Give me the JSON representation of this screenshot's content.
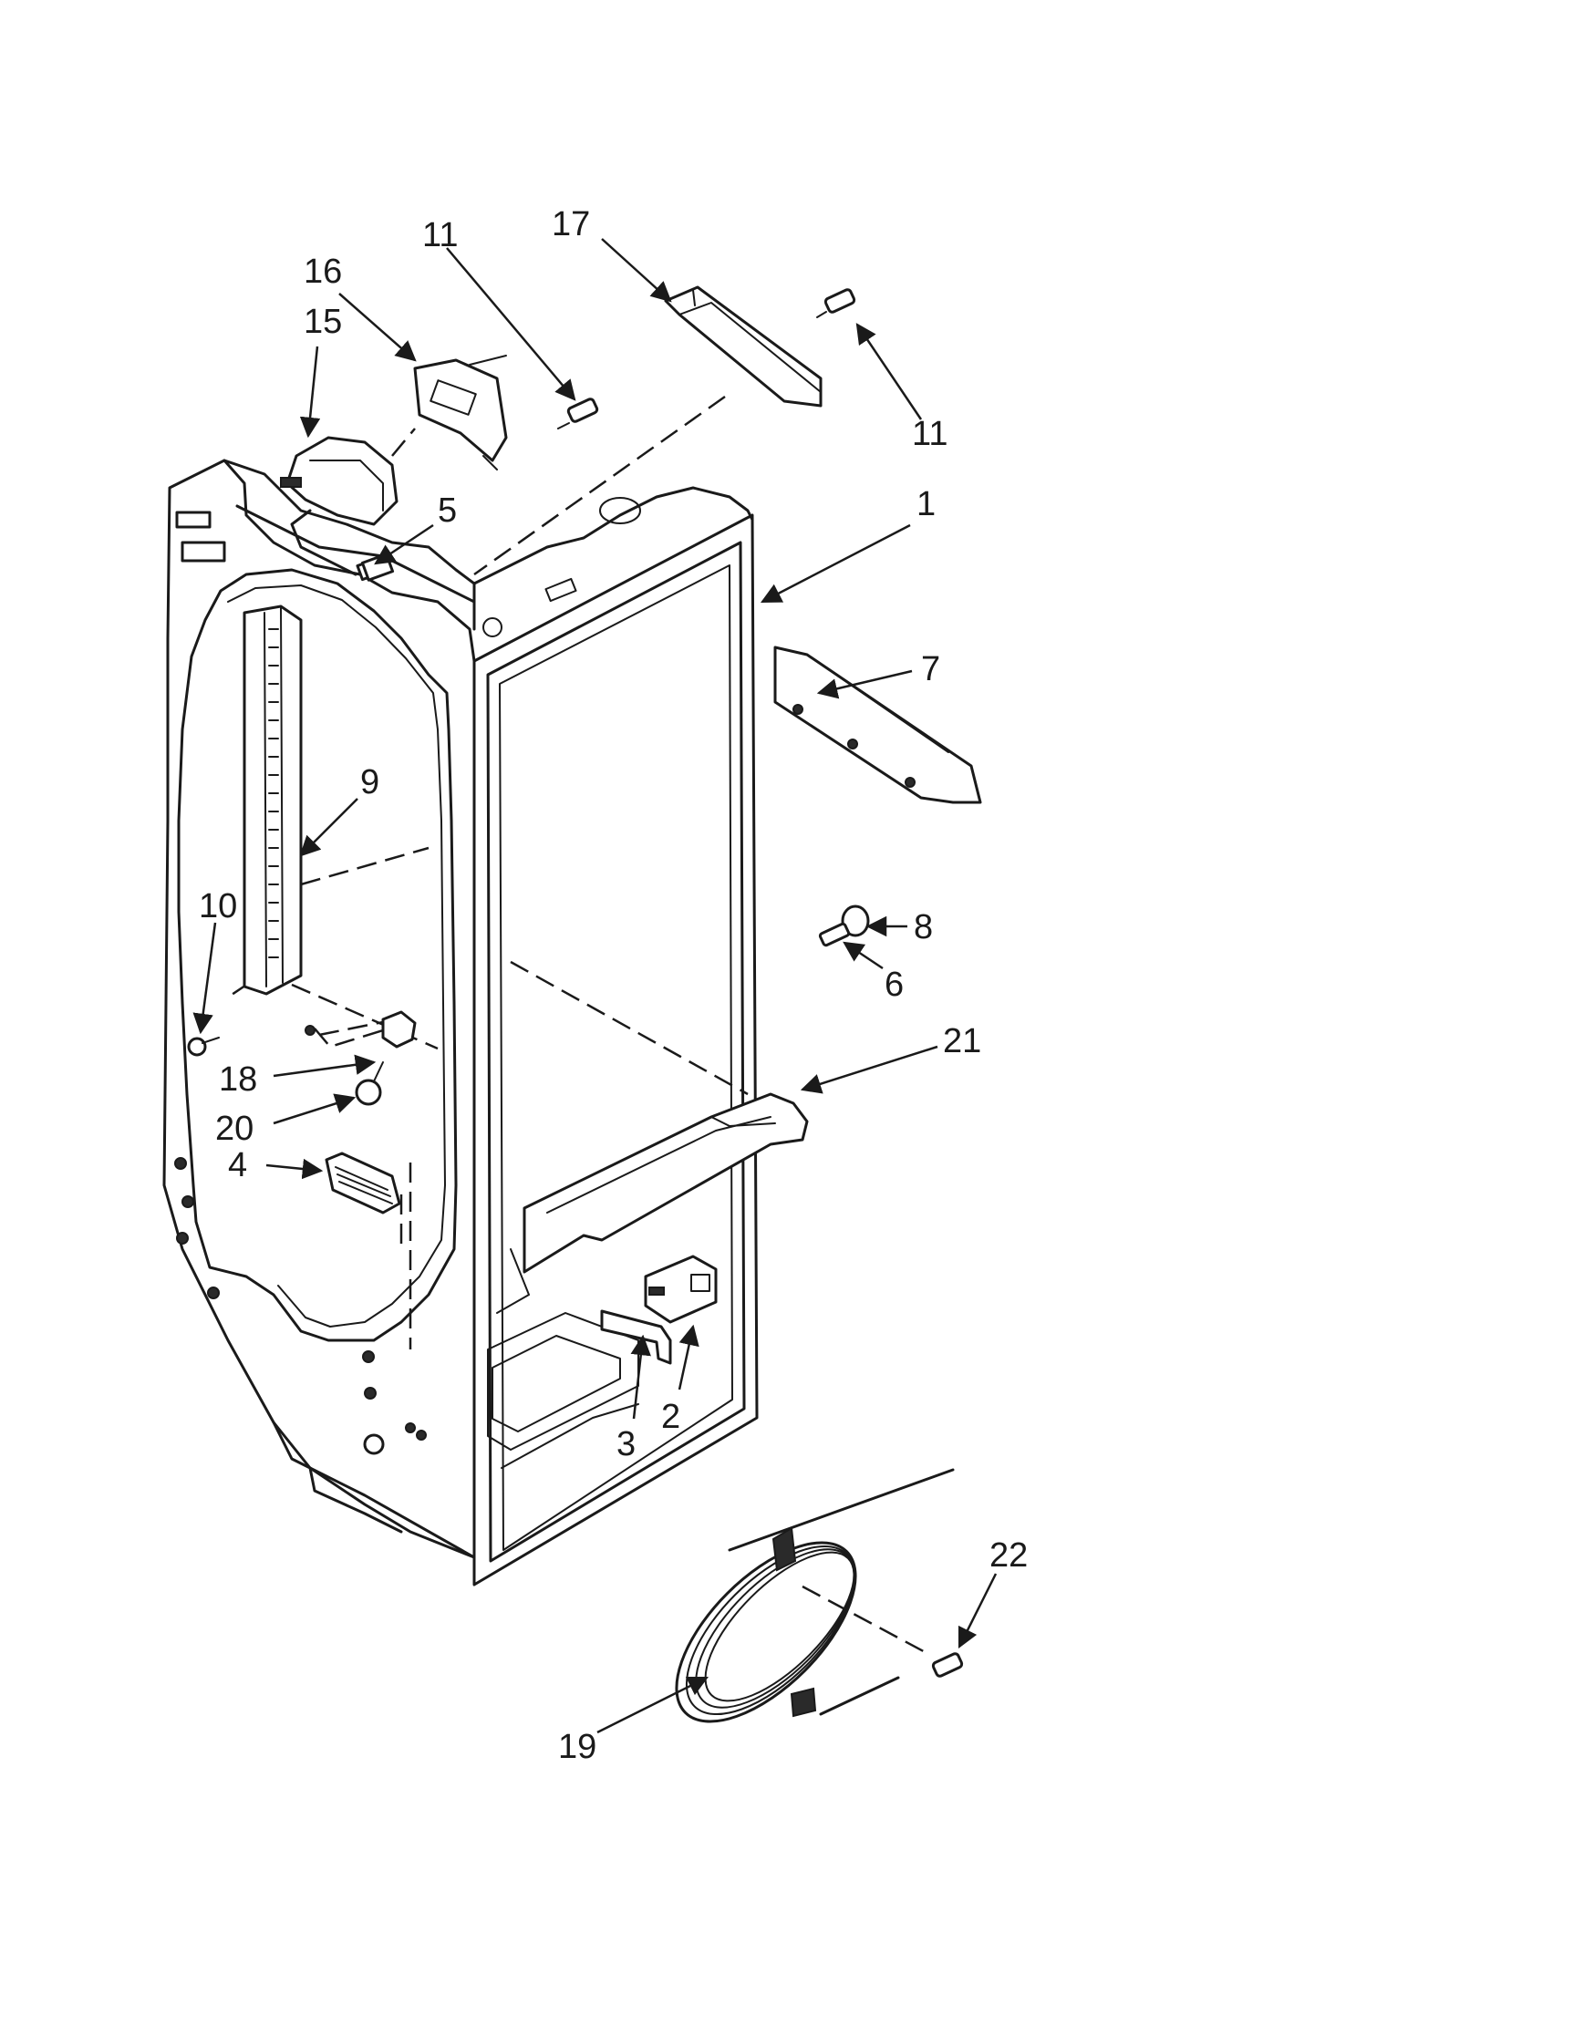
{
  "diagram": {
    "callouts": {
      "c1": "1",
      "c2": "2",
      "c3": "3",
      "c4": "4",
      "c5": "5",
      "c6": "6",
      "c7": "7",
      "c8": "8",
      "c9": "9",
      "c10": "10",
      "c11a": "11",
      "c11b": "11",
      "c15": "15",
      "c16": "16",
      "c17": "17",
      "c18": "18",
      "c19": "19",
      "c20": "20",
      "c21": "21",
      "c22": "22"
    }
  }
}
